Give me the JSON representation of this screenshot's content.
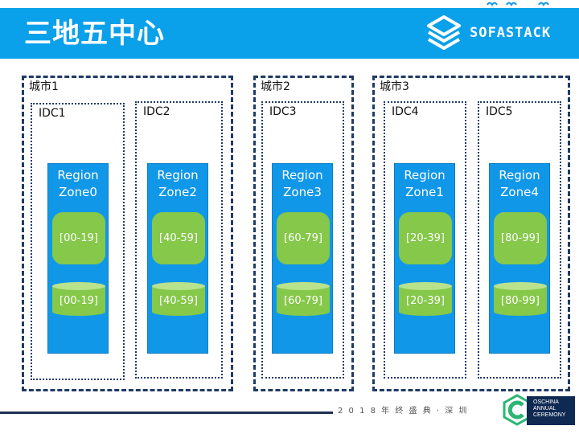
{
  "header": {
    "title": "三地五中心",
    "brand": "SOFASTACK",
    "color": "#0aa0ea"
  },
  "cities": [
    {
      "label": "城市1",
      "idcs": [
        {
          "label": "IDC1",
          "zone": {
            "line1": "Region",
            "line2": "Zone0",
            "range": "[00-19]",
            "db": "[00-19]"
          }
        },
        {
          "label": "IDC2",
          "zone": {
            "line1": "Region",
            "line2": "Zone2",
            "range": "[40-59]",
            "db": "[40-59]"
          }
        }
      ]
    },
    {
      "label": "城市2",
      "idcs": [
        {
          "label": "IDC3",
          "zone": {
            "line1": "Region",
            "line2": "Zone3",
            "range": "[60-79]",
            "db": "[60-79]"
          }
        }
      ]
    },
    {
      "label": "城市3",
      "idcs": [
        {
          "label": "IDC4",
          "zone": {
            "line1": "Region",
            "line2": "Zone1",
            "range": "[20-39]",
            "db": "[20-39]"
          }
        },
        {
          "label": "IDC5",
          "zone": {
            "line1": "Region",
            "line2": "Zone4",
            "range": "[80-99]",
            "db": "[80-99]"
          }
        }
      ]
    }
  ],
  "colors": {
    "zone": "#1197e8",
    "range": "#85c84a",
    "border": "#1f3b66"
  },
  "footer": {
    "text": "2 0 1 8 年 终 盛 典 · 深 圳",
    "badge_line1": "OSCHINA",
    "badge_line2": "ANNUAL",
    "badge_line3": "CEREMONY"
  }
}
